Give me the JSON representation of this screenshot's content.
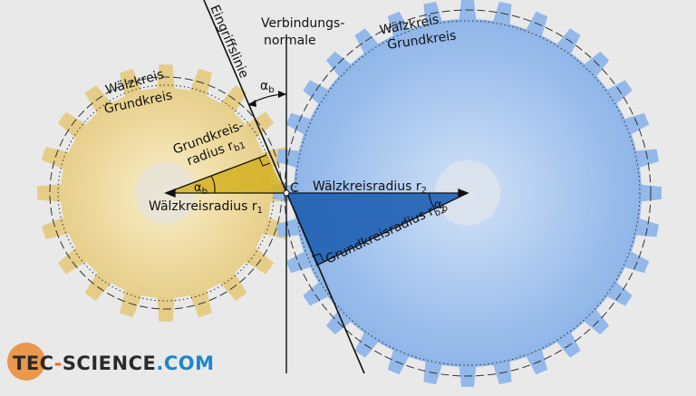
{
  "labels": {
    "eingriffslinie": "Eingriffslinie",
    "verbindungsnormale_1": "Verbindungs-",
    "verbindungsnormale_2": "normale",
    "waelzkreis_left": "Wälzkreis",
    "grundkreis_left": "Grundkreis",
    "waelzkreis_right": "Wälzkreis",
    "grundkreis_right": "Grundkreis",
    "alpha_top": "α",
    "alpha_top_sub": "b",
    "grundkreisradius_1a": "Grundkreis-",
    "grundkreisradius_1b": "radius r",
    "grundkreisradius_1b_sub": "b1",
    "alpha_left": "α",
    "alpha_left_sub": "b",
    "waelzkreisradius_1": "Wälzkreisradius r",
    "waelzkreisradius_1_sub": "1",
    "point_c": "C",
    "waelzkreisradius_2": "Wälzkreisradius r",
    "waelzkreisradius_2_sub": "2",
    "alpha_right": "α",
    "alpha_right_sub": "b",
    "grundkreisradius_2": "Grundkreisradius r",
    "grundkreisradius_2_sub": "b2",
    "right_angle_dot": "·"
  },
  "logo": {
    "tec": "TEC",
    "sep": "-",
    "sci": "SCIENCE",
    "com": ".COM"
  },
  "colors": {
    "left_gear": "#efdca3",
    "right_gear": "#a7c6ef",
    "left_triangle": "#d3b021",
    "right_triangle": "#1f5fb3",
    "logo_orange": "#e4731e",
    "logo_blue": "#1f86c9"
  }
}
